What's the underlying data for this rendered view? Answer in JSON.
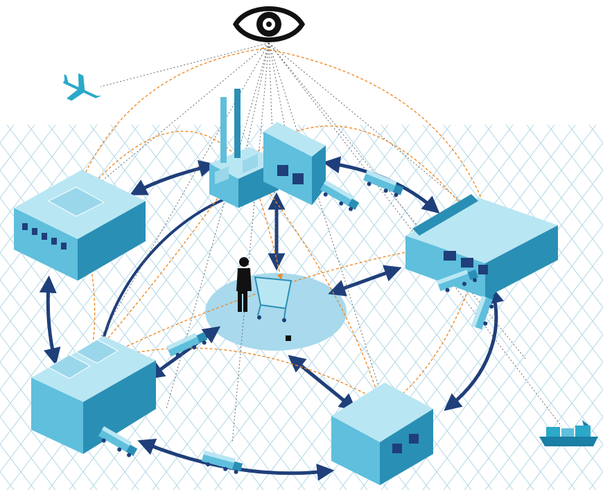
{
  "scene": {
    "description_free": true,
    "nodes": [
      {
        "id": "factory",
        "kind": "factory"
      },
      {
        "id": "warehouse-top",
        "kind": "warehouse"
      },
      {
        "id": "office-left",
        "kind": "office"
      },
      {
        "id": "distribution-right",
        "kind": "distribution-center"
      },
      {
        "id": "plant-bottom-left",
        "kind": "plant"
      },
      {
        "id": "warehouse-bottom",
        "kind": "warehouse"
      },
      {
        "id": "customer-center",
        "kind": "customer"
      }
    ],
    "vehicles": [
      "truck",
      "truck",
      "truck",
      "truck",
      "truck",
      "airplane",
      "ship"
    ],
    "icons": [
      "eye-icon",
      "airplane-icon",
      "ship-icon",
      "shopping-cart-icon",
      "person-icon"
    ]
  },
  "colors": {
    "building_light": "#9ad7ea",
    "building_mid": "#5fbfdc",
    "building_dark": "#2a8fb5",
    "roof": "#b9e6f3",
    "grid": "#9fcde0",
    "plaza": "#a8d9ec",
    "ring_arrow": "#1f3f7a",
    "flow_orange": "#f08a24",
    "flow_gray": "#666666",
    "eye": "#111111"
  }
}
